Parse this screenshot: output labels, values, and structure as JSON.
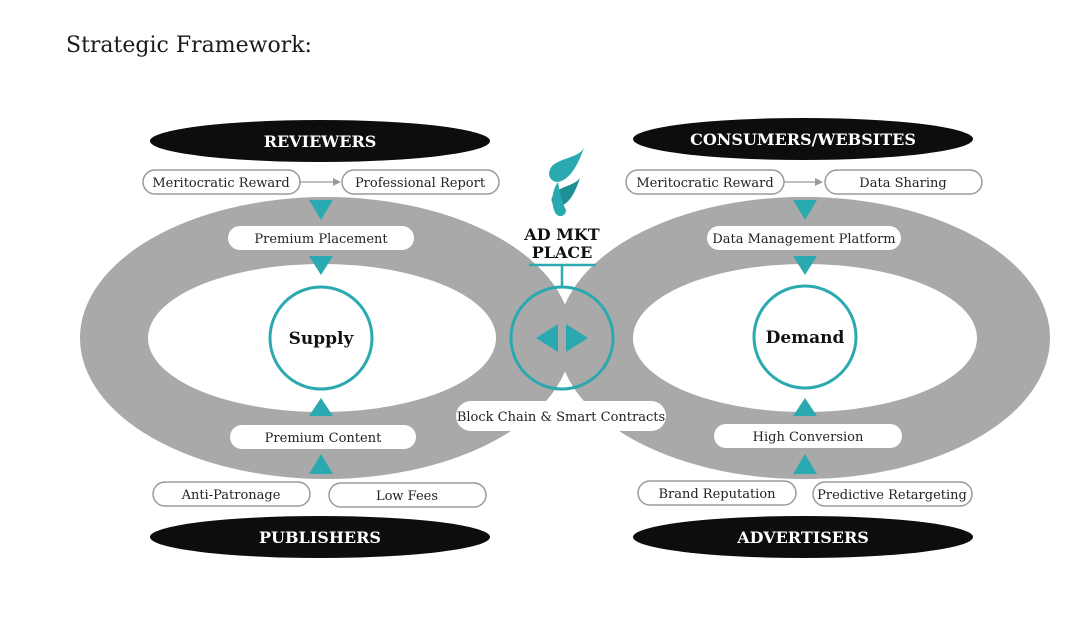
{
  "title": "Strategic Framework:",
  "colors": {
    "ring": "#a9a9a9",
    "accent": "#2ba9b0",
    "dark": "#0d0d0d",
    "pill_border": "#9a9a9a"
  },
  "reviewers": "REVIEWERS",
  "publishers": "PUBLISHERS",
  "consumers": "CONSUMERS/WEBSITES",
  "advertisers": "ADVERTISERS",
  "supply": "Supply",
  "demand": "Demand",
  "center": {
    "line1": "AD MKT",
    "line2": "PLACE",
    "logo_icon": "f-flame-logo-icon"
  },
  "left": {
    "top_left": "Meritocratic Reward",
    "top_right": "Professional Report",
    "placement": "Premium Placement",
    "content": "Premium Content",
    "bottom_left": "Anti-Patronage",
    "bottom_right": "Low Fees"
  },
  "right": {
    "top_left": "Meritocratic Reward",
    "top_right": "Data Sharing",
    "platform": "Data Management Platform",
    "conversion": "High Conversion",
    "bottom_left": "Brand Reputation",
    "bottom_right": "Predictive Retargeting"
  },
  "blockchain": "Block Chain & Smart Contracts"
}
